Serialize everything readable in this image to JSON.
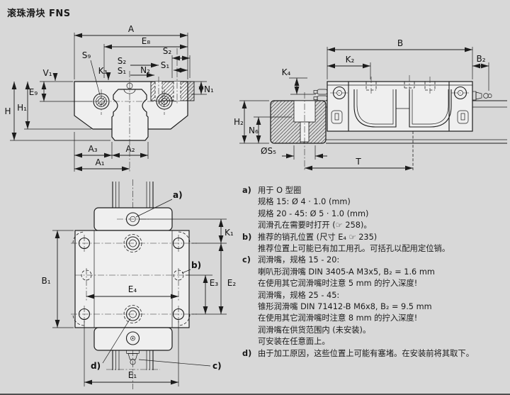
{
  "title": "滚珠滑块 FNS",
  "colors": {
    "background": "#d8d8d8",
    "line": "#1c1c1c",
    "body_fill": "#efefef"
  },
  "drawings": {
    "front": {
      "description": "front cross-section of ball runner block on rail",
      "labels": {
        "A": "A",
        "E8": "E₈",
        "S9": "S₉",
        "S2a": "S₂",
        "S1a": "S₁",
        "N2": "N₂",
        "S2b": "S₂",
        "S1b": "S₁",
        "V1": "V₁",
        "K3": "K₃",
        "E9": "E₉",
        "H": "H",
        "H1": "H₁",
        "N1": "N₁",
        "A3": "A₃",
        "A2": "A₂",
        "A1": "A₁"
      }
    },
    "side": {
      "description": "side elevation with rail end section",
      "labels": {
        "B": "B",
        "K2": "K₂",
        "B2": "B₂",
        "K4": "K₄",
        "H2": "H₂",
        "N6": "N₆",
        "S5": "ØS₅",
        "T": "T"
      }
    },
    "top": {
      "description": "top view of runner block",
      "labels": {
        "a": "a)",
        "b": "b)",
        "c": "c)",
        "d": "d)",
        "K1": "K₁",
        "B1": "B₁",
        "E4": "E₄",
        "E3": "E₃",
        "E2": "E₂",
        "E1": "E₁"
      }
    }
  },
  "notes": [
    {
      "label": "a)",
      "lines": [
        "用于 O 型圈",
        "规格 15: Ø 4 · 1.0 (mm)",
        "规格 20 - 45: Ø 5 · 1.0 (mm)",
        "润滑孔在需要时打开 (☞ 258)。"
      ]
    },
    {
      "label": "b)",
      "lines": [
        "推荐的销孔位置 (尺寸 E₄ ☞ 235)",
        "推荐位置上可能已有加工用孔。可括孔以配用定位销。"
      ]
    },
    {
      "label": "c)",
      "lines": [
        "润滑嘴，规格 15 - 20:",
        "喇叭形润滑嘴 DIN 3405-A M3x5, B₂ = 1.6 mm",
        "在使用其它润滑嘴时注意 5 mm 的拧入深度!",
        "润滑嘴，规格 25 - 45:",
        "锥形润滑嘴 DIN 71412-B M6x8, B₂ = 9.5 mm",
        "在使用其它润滑嘴时注意 8 mm 的拧入深度!",
        "润滑嘴在供货范围内 (未安装)。",
        "可安装在任意面上。"
      ]
    },
    {
      "label": "d)",
      "lines": [
        "由于加工原因，这些位置上可能有塞堵。在安装前将其取下。"
      ]
    }
  ]
}
